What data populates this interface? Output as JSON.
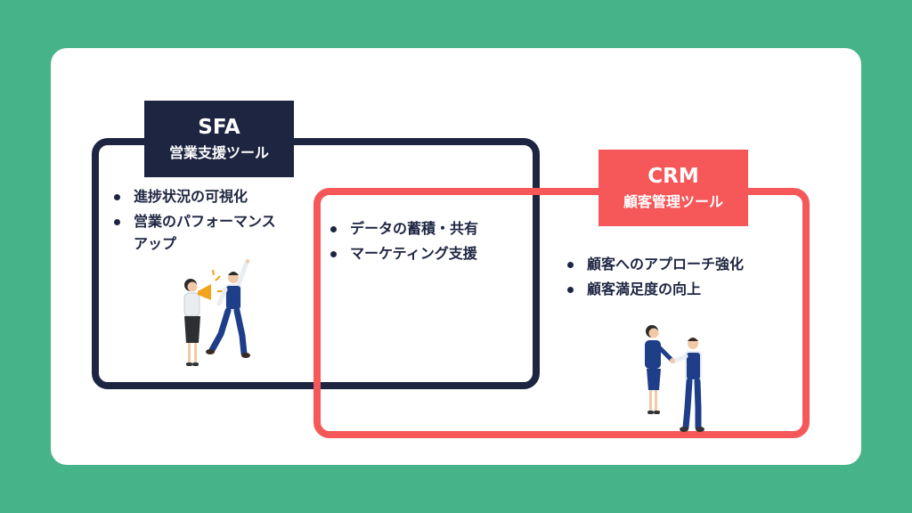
{
  "sfa": {
    "title": "SFA",
    "subtitle": "営業支援ツール",
    "items": [
      "進捗状況の可視化",
      "営業のパフォーマンスアップ"
    ]
  },
  "crm": {
    "title": "CRM",
    "subtitle": "顧客管理ツール",
    "items": [
      "顧客へのアプローチ強化",
      "顧客満足度の向上"
    ]
  },
  "shared": {
    "items": [
      "データの蓄積・共有",
      "マーケティング支援"
    ]
  },
  "colors": {
    "background": "#47b388",
    "sfa": "#1d2541",
    "crm": "#f65759",
    "card": "#ffffff"
  },
  "icons": {
    "sfa_illustration": "people-cheering-icon",
    "crm_illustration": "handshake-icon"
  }
}
